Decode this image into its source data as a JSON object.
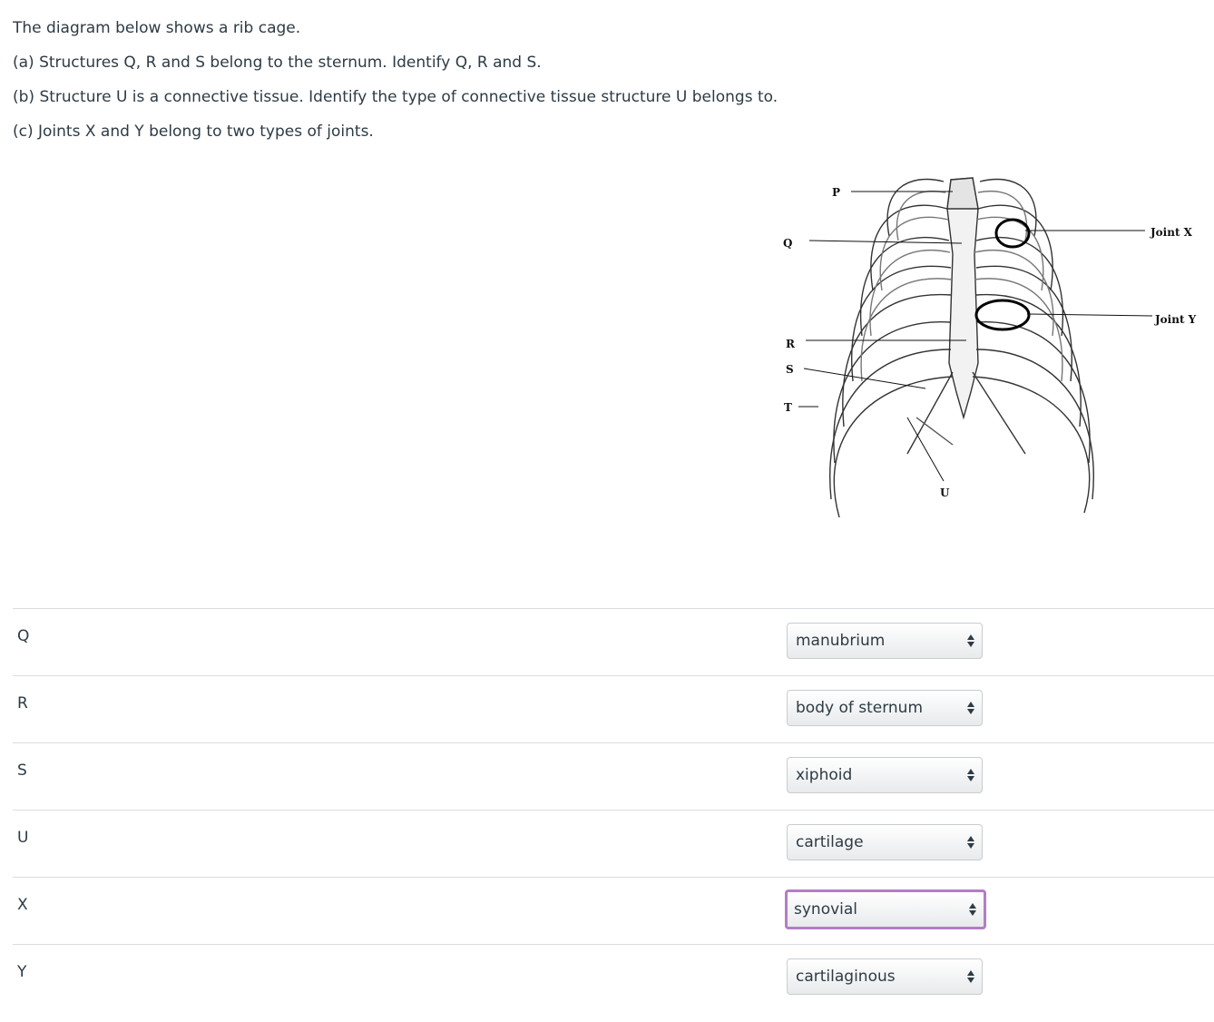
{
  "question": {
    "intro": "The diagram below shows a rib cage.",
    "part_a": "(a) Structures Q, R and S belong to the sternum. Identify Q, R and S.",
    "part_b": "(b) Structure U is a connective tissue. Identify the type of connective tissue structure U belongs to.",
    "part_c": "(c) Joints X and Y belong to two types of joints."
  },
  "diagram": {
    "labels": {
      "P": "P",
      "Q": "Q",
      "R": "R",
      "S": "S",
      "T": "T",
      "U": "U",
      "joint_x": "Joint X",
      "joint_y": "Joint Y"
    }
  },
  "answers": [
    {
      "label": "Q",
      "selected": "manubrium"
    },
    {
      "label": "R",
      "selected": "body of sternum"
    },
    {
      "label": "S",
      "selected": "xiphoid"
    },
    {
      "label": "U",
      "selected": "cartilage"
    },
    {
      "label": "X",
      "selected": "synovial"
    },
    {
      "label": "Y",
      "selected": "cartilaginous"
    }
  ],
  "colors": {
    "text": "#2d3b45",
    "divider": "#d9dde0",
    "focus_ring": "#b37dc4"
  }
}
